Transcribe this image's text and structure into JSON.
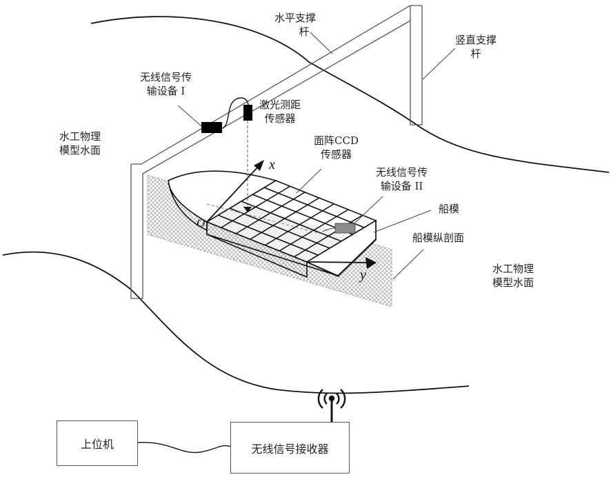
{
  "labels": {
    "horizontal_bar": [
      "水平支撑",
      "杆"
    ],
    "vertical_bar": [
      "竖直支撑",
      "杆"
    ],
    "wireless_tx_1": [
      "无线信号传",
      "输设备 I"
    ],
    "laser_sensor": [
      "激光测距",
      "传感器"
    ],
    "water_surface_left": [
      "水工物理",
      "模型水面"
    ],
    "ccd_sensor": [
      "面阵CCD",
      "传感器"
    ],
    "wireless_tx_2": [
      "无线信号传",
      "输设备 II"
    ],
    "ship_model": "船模",
    "ship_section": "船模纵剖面",
    "water_surface_right": [
      "水工物理",
      "模型水面"
    ]
  },
  "axes": {
    "x": "x",
    "y": "y",
    "origin": "O"
  },
  "blocks": {
    "host": "上位机",
    "receiver": "无线信号接收器"
  },
  "colors": {
    "line": "#111111",
    "thin": "#555555",
    "device": "#000000",
    "tx2_fill": "#8c8c8c",
    "hatch": "#999999"
  },
  "icons": {
    "antenna": "antenna-signal-icon"
  }
}
